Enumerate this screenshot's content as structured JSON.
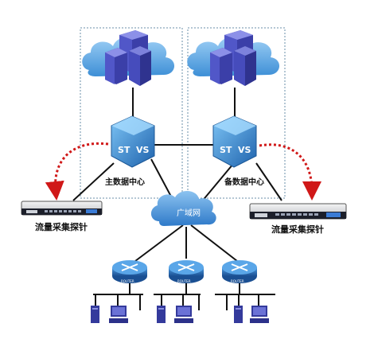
{
  "labels": {
    "primary_dc": "主数据中心",
    "backup_dc": "备数据中心",
    "wan": "广域网",
    "probe_left": "流量采集探针",
    "probe_right": "流量采集探针",
    "router": "ROUTER",
    "switch_text": "VS"
  },
  "colors": {
    "cloud": "#5aa7e0",
    "server": "#5157c8",
    "switch": "#2f7fc8",
    "router": "#2b6fb8",
    "arrow": "#d01818",
    "wan": "#4a90d9"
  }
}
